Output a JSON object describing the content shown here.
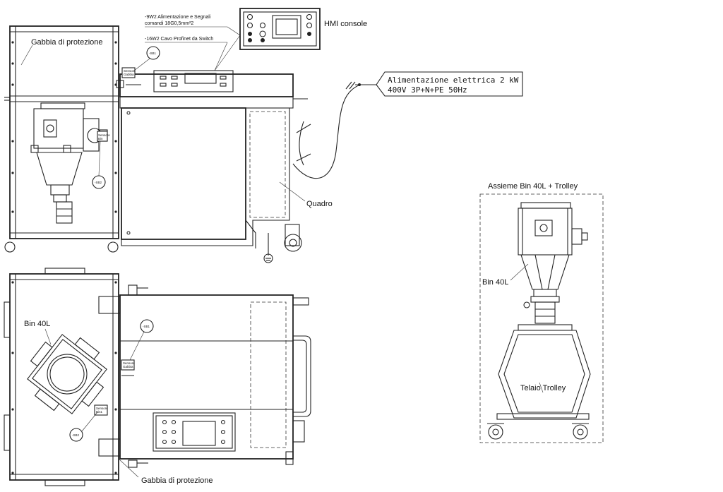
{
  "labels": {
    "cage_top": "Gabbia di protezione",
    "cable_power_signals_line1": "-9W2 Alimentazione e Segnali",
    "cable_power_signals_line2": "comandi 18G0,5mm²2",
    "cable_profinet": "-16W2 Cavo Profinet da Switch",
    "hmi_console": "HMI console",
    "power_supply_line1": "Alimentazione elettrica  2 kW",
    "power_supply_line2": "400V 3P+N+PE 50Hz",
    "panel": "Quadro",
    "assembly_title": "Assieme Bin 40L + Trolley",
    "bin_assembly": "Bin 40L",
    "trolley_frame": "Telaio Trolley",
    "bin_plan": "Bin 40L",
    "cage_bottom": "Gabbia di protezione",
    "sensor_top_1": "Sensore",
    "sensor_top_2": "Gabbia",
    "sensor_bot_1": "Sensore",
    "sensor_bot_2": "Gabbia",
    "sensor_bin_top_1": "Sensore",
    "sensor_bin_top_2": "Bin",
    "sensor_bin_bot_1": "Sensore",
    "sensor_bin_bot_2": "Bin1"
  },
  "tags": {
    "sb1_top": "-SB1",
    "sb2_top": "-SB2",
    "sb1_bottom": "-SB1",
    "sb2_bottom": "-SB2"
  }
}
